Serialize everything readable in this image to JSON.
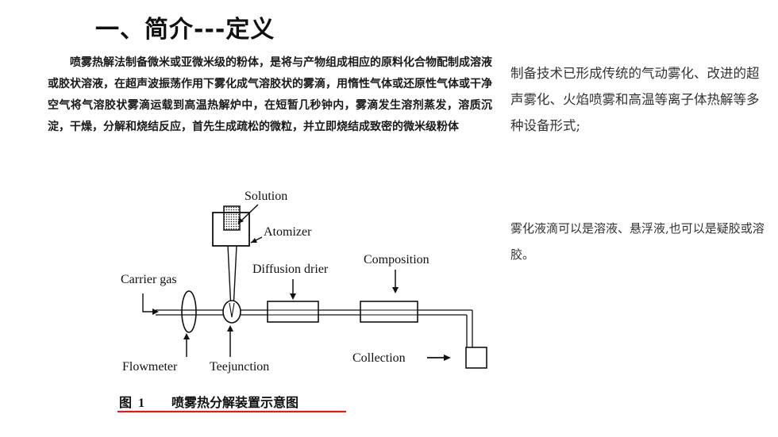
{
  "slide": {
    "title": "一、简介---定义",
    "paragraph": "喷雾热解法制备微米或亚微米级的粉体，是将与产物组成相应的原料化合物配制成溶液或胶状溶液，在超声波振荡作用下雾化成气溶胶状的雾滴，用惰性气体或还原性气体或干净空气将气溶胶状雾滴运载到高温热解炉中，在短暂几秒钟内，雾滴发生溶剂蒸发，溶质沉淀，干燥，分解和烧结反应，首先生成疏松的微粒，并立即烧结成致密的微米级粉体",
    "side_note_1": "制备技术已形成传统的气动雾化、改进的超声雾化、火焰喷雾和高温等离子体热解等多种设备形式;",
    "side_note_2": "雾化液滴可以是溶液、悬浮液,也可以是疑胶或溶胶。"
  },
  "diagram": {
    "labels": {
      "solution": "Solution",
      "atomizer": "Atomizer",
      "diffusion_drier": "Diffusion drier",
      "composition": "Composition",
      "carrier_gas": "Carrier gas",
      "flowmeter": "Flowmeter",
      "teejunction": "Teejunction",
      "collection": "Collection"
    },
    "caption": {
      "number": "图  1",
      "text": "喷雾热分解装置示意图"
    },
    "caption_underline_color": "#d62020"
  }
}
